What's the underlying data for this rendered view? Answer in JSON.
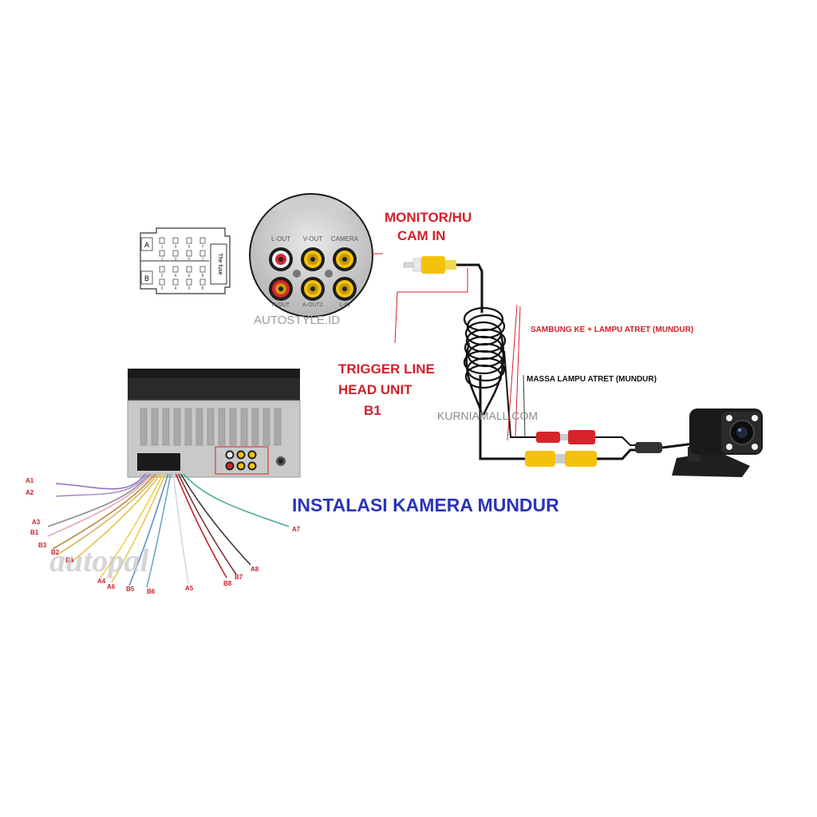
{
  "diagram": {
    "title": "INSTALASI KAMERA MUNDUR",
    "monitor_label_line1": "MONITOR/HU",
    "monitor_label_line2": "CAM IN",
    "trigger_label_line1": "TRIGGER LINE",
    "trigger_label_line2": "HEAD UNIT",
    "trigger_label_line3": "B1",
    "reverse_plus_note": "SAMBUNG KE +  LAMPU ATRET (MUNDUR)",
    "reverse_ground_note": "MASSA LAMPU ATRET (MUNDUR)",
    "watermark_autostyle": "AUTOSTYLE.ID",
    "watermark_kurnia": "KURNIAMALL.COM",
    "watermark_autopal": "autopal",
    "rca_labels_top": [
      "L-OUT",
      "V-OUT",
      "CAMERA"
    ],
    "rca_labels_bottom": [
      "R-OUT",
      "A-OUT2",
      "L-IN"
    ],
    "connector": {
      "row_a_label": "A",
      "row_b_label": "B",
      "fuse_label": "The fuse",
      "pins_top": [
        "1",
        "3",
        "5",
        "7"
      ],
      "pins_bottom": [
        "2",
        "4",
        "6",
        "8"
      ]
    },
    "wires": [
      {
        "name": "A1",
        "color": "#9b6fbf"
      },
      {
        "name": "A2",
        "color": "#a98fc6"
      },
      {
        "name": "A3",
        "color": "#8a8a8a"
      },
      {
        "name": "B1",
        "color": "#e7a8b8"
      },
      {
        "name": "B3",
        "color": "#b7863a"
      },
      {
        "name": "B2",
        "color": "#d8b25a"
      },
      {
        "name": "B4",
        "color": "#e2c24a"
      },
      {
        "name": "A4",
        "color": "#f0d04a"
      },
      {
        "name": "A6",
        "color": "#e7c94c"
      },
      {
        "name": "B5",
        "color": "#5b8fc9"
      },
      {
        "name": "B6",
        "color": "#6aa9c0"
      },
      {
        "name": "A5",
        "color": "#d8d8d8"
      },
      {
        "name": "B8",
        "color": "#c0202a"
      },
      {
        "name": "B7",
        "color": "#7a3a3a"
      },
      {
        "name": "A8",
        "color": "#3a3a3a"
      },
      {
        "name": "A7",
        "color": "#4aaa9a"
      }
    ],
    "colors": {
      "title_blue": "#2b34b8",
      "label_red": "#d0202a",
      "rca_yellow": "#f4c20d",
      "rca_red": "#d9232b",
      "cable_black": "#111111"
    }
  }
}
